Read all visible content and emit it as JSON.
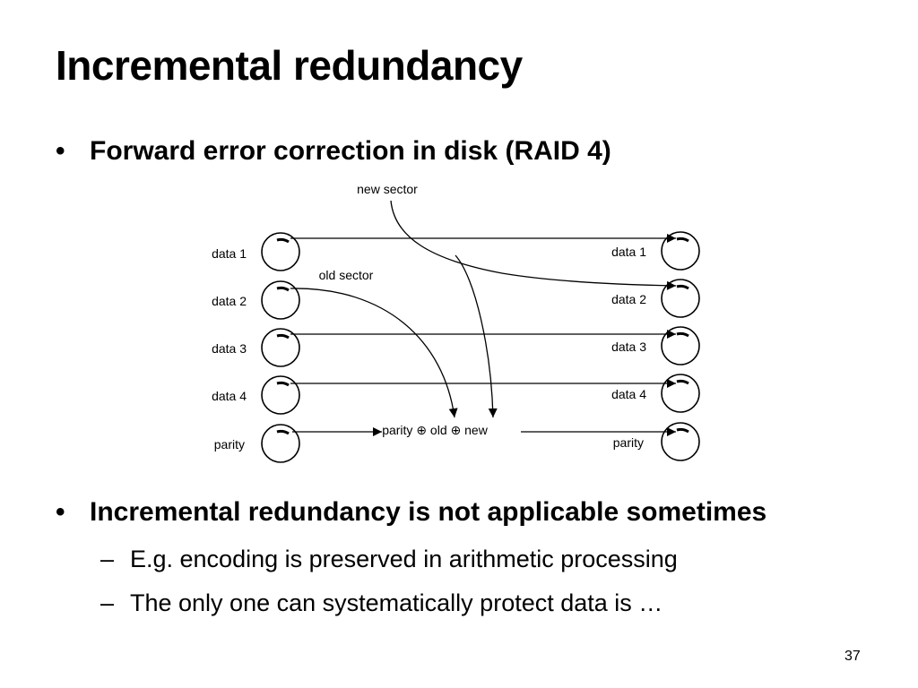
{
  "slide": {
    "title": "Incremental redundancy",
    "page_number": "37"
  },
  "bullets": [
    {
      "text": "Forward error correction in disk (RAID 4)"
    },
    {
      "text": "Incremental redundancy is not applicable sometimes"
    }
  ],
  "sub_bullets": [
    {
      "text": "E.g. encoding is preserved in arithmetic processing"
    },
    {
      "text": "The only one can systematically protect data is …"
    }
  ],
  "diagram": {
    "left_disks": [
      "data 1",
      "data 2",
      "data 3",
      "data 4",
      "parity"
    ],
    "right_disks": [
      "data 1",
      "data 2",
      "data 3",
      "data 4",
      "parity"
    ],
    "new_sector_label": "new sector",
    "old_sector_label": "old sector",
    "parity_expression": "parity ⊕ old ⊕ new"
  }
}
